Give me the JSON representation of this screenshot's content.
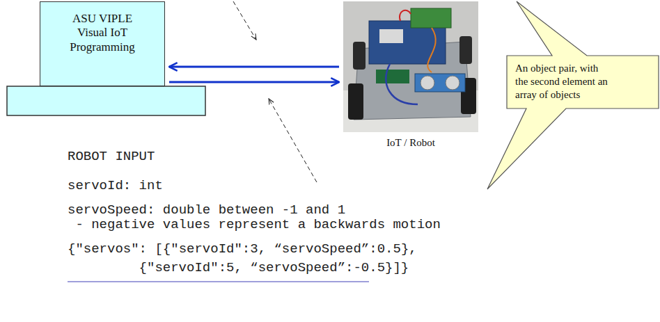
{
  "diagram": {
    "nodes": [
      {
        "text": [
          "ASU VIPLE Visual IoT Programming"
        ]
      },
      {
        "text": [
          "IoT / Robot"
        ]
      },
      {
        "text": [
          "An object pair, with the second element an array of objects"
        ]
      }
    ],
    "edges": [
      {
        "from": 1,
        "to": 0,
        "arrow": "to"
      },
      {
        "from": 0,
        "to": 1,
        "arrow": "to"
      }
    ],
    "labels": [
      "ROBOT INPUT",
      "servoId: int",
      "servoSpeed: double between -1 and 1",
      "- negative values represent a backwards motion",
      "{\"servos\": [{\"servoId\":3, “servoSpeed”:0.5},",
      "{\"servoId\":5, “servoSpeed”:-0.5}]}"
    ]
  }
}
